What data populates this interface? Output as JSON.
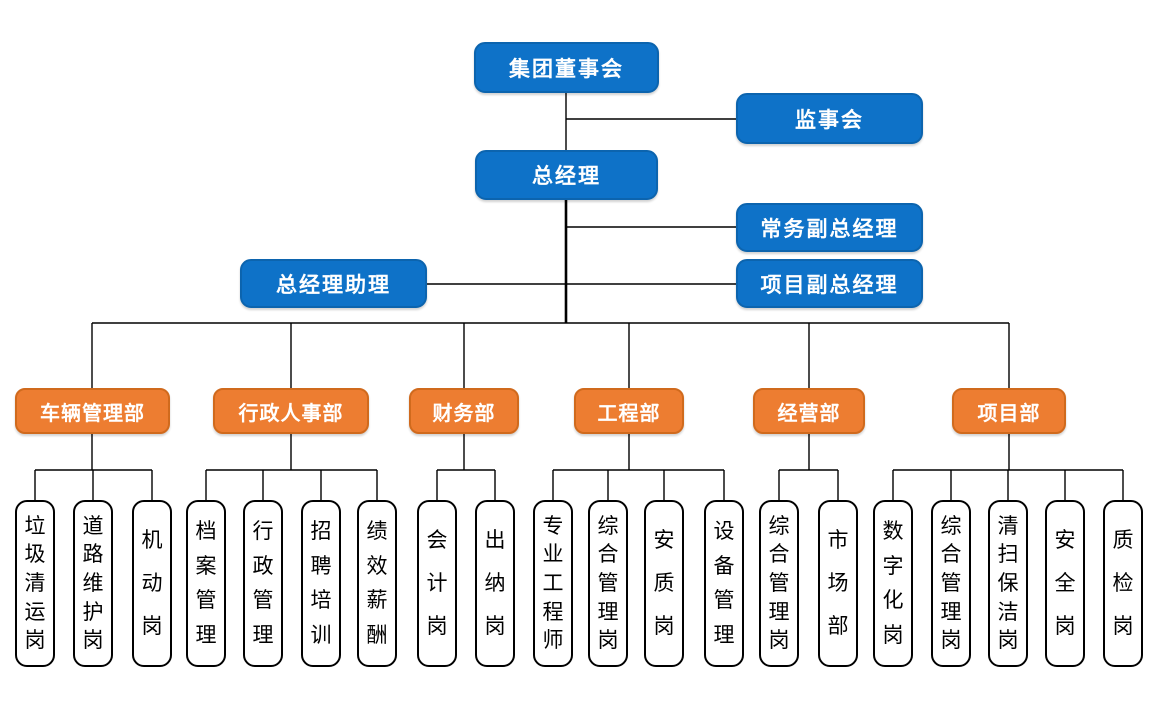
{
  "colors": {
    "executive_fill": "#0e72c8",
    "department_fill": "#ed7d31",
    "department_border": "#d06a1d",
    "position_border": "#000000",
    "connector": "#000000",
    "text_on_fill": "#ffffff",
    "position_text": "#000000"
  },
  "nodes": {
    "board": "集团董事会",
    "supervisory": "监事会",
    "general_manager": "总经理",
    "executive_deputy_gm": "常务副总经理",
    "gm_assistant": "总经理助理",
    "project_deputy_gm": "项目副总经理"
  },
  "departments": [
    {
      "label": "车辆管理部",
      "positions": [
        "垃圾清运岗",
        "道路维护岗",
        "机动岗"
      ]
    },
    {
      "label": "行政人事部",
      "positions": [
        "档案管理",
        "行政管理",
        "招聘培训",
        "绩效薪酬"
      ]
    },
    {
      "label": "财务部",
      "positions": [
        "会计岗",
        "出纳岗"
      ]
    },
    {
      "label": "工程部",
      "positions": [
        "专业工程师",
        "综合管理岗",
        "安质岗",
        "设备管理"
      ]
    },
    {
      "label": "经营部",
      "positions": [
        "综合管理岗",
        "市场部"
      ]
    },
    {
      "label": "项目部",
      "positions": [
        "数字化岗",
        "综合管理岗",
        "清扫保洁岗",
        "安全岗",
        "质检岗"
      ]
    }
  ]
}
